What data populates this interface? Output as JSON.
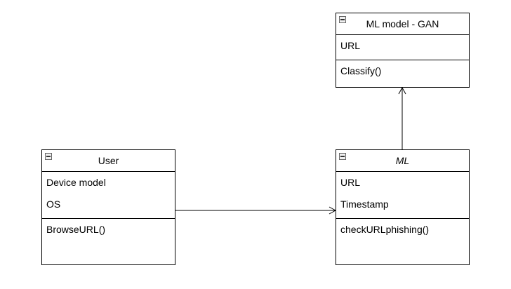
{
  "classes": {
    "ml_model_gan": {
      "name": "ML model - GAN",
      "attributes": [
        "URL"
      ],
      "methods": [
        "Classify()"
      ]
    },
    "user": {
      "name": "User",
      "attributes": [
        "Device model",
        "OS"
      ],
      "methods": [
        "BrowseURL()"
      ]
    },
    "ml": {
      "name": "ML",
      "attributes": [
        "URL",
        "Timestamp"
      ],
      "methods": [
        "checkURLphishing()"
      ]
    }
  },
  "relationships": [
    {
      "from": "user",
      "to": "ml",
      "type": "association",
      "arrow": "open"
    },
    {
      "from": "ml",
      "to": "ml_model_gan",
      "type": "association",
      "arrow": "open"
    }
  ]
}
